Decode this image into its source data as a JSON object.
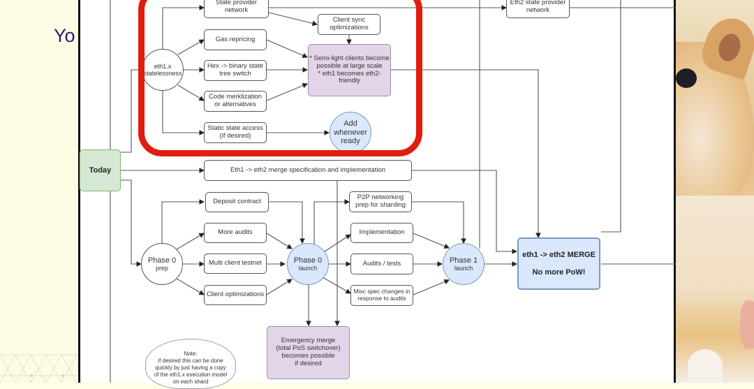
{
  "slide": {
    "title_fragment": "Yo"
  },
  "diagram": {
    "nodes": {
      "today": "Today",
      "stateless": "eth1.x\nstatelessness",
      "state_provider": "State provider\nnetwork",
      "gas": "Gas repricing",
      "hex": "Hex -> binary state\ntree switch",
      "code": "Code merklization\nor alternatives",
      "static": "Static state access\n(if desired)",
      "client_sync": "Client sync\noptimizations",
      "semilight": "* Semi-light clients become\npossible at large scale\n* eth1 becomes eth2-friendly",
      "add": "Add\nwhenever\nready",
      "eth2_provider": "Eth2 state provider\nnetwork",
      "merge_spec": "Eth1 -> eth2 merge specification and implementation",
      "deposit": "Deposit contract",
      "audits": "More audits",
      "testnet": "Multi client testnet",
      "client_opt": "Client optimizations",
      "phase0_prep_title": "Phase 0",
      "phase0_prep_sub": "prep",
      "phase0_launch_title": "Phase 0",
      "phase0_launch_sub": "launch",
      "p2p": "P2P networking\nprep for sharding",
      "implementation": "Implementation",
      "audits_tests": "Audits / tests",
      "misc": "Misc spec changes in\nresponse to audits",
      "phase1_title": "Phase 1",
      "phase1_sub": "launch",
      "merge_title": "eth1 -> eth2 MERGE",
      "merge_sub": "No more PoW!",
      "emergency": "Emergency merge\n(total PoS switchover)\nbecomes possible\nif desired",
      "note": "Note:\nif desired this can be done\nquickly by just having a copy\nof the eth1.x execution model\non each shard"
    },
    "highlight_color": "#e11d0e"
  }
}
